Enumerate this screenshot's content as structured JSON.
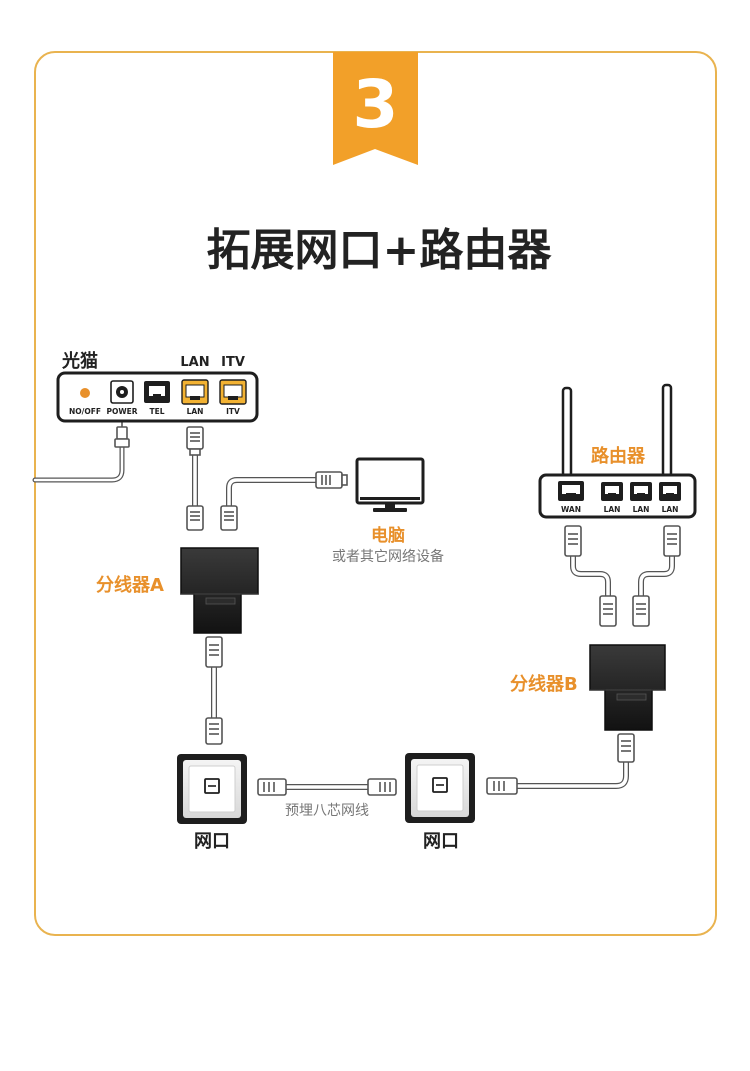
{
  "step_badge": "3",
  "title": "拓展网口+路由器",
  "modem": {
    "name": "光猫",
    "ports": {
      "onoff": "NO/OFF",
      "power": "POWER",
      "tel": "TEL",
      "lan": "LAN",
      "itv": "ITV"
    },
    "top_labels": {
      "lan": "LAN",
      "itv": "ITV"
    }
  },
  "computer": {
    "label": "电脑",
    "sublabel": "或者其它网络设备"
  },
  "router": {
    "label": "路由器",
    "ports": {
      "wan": "WAN",
      "lan1": "LAN",
      "lan2": "LAN",
      "lan3": "LAN"
    }
  },
  "splitter_a": "分线器A",
  "splitter_b": "分线器B",
  "wall_port_left": "网口",
  "wall_port_right": "网口",
  "cable_label": "预埋八芯网线",
  "colors": {
    "accent": "#f2a029",
    "frame": "#e9b34f",
    "label_orange": "#e8902b",
    "device_dark": "#1e1e1e"
  }
}
